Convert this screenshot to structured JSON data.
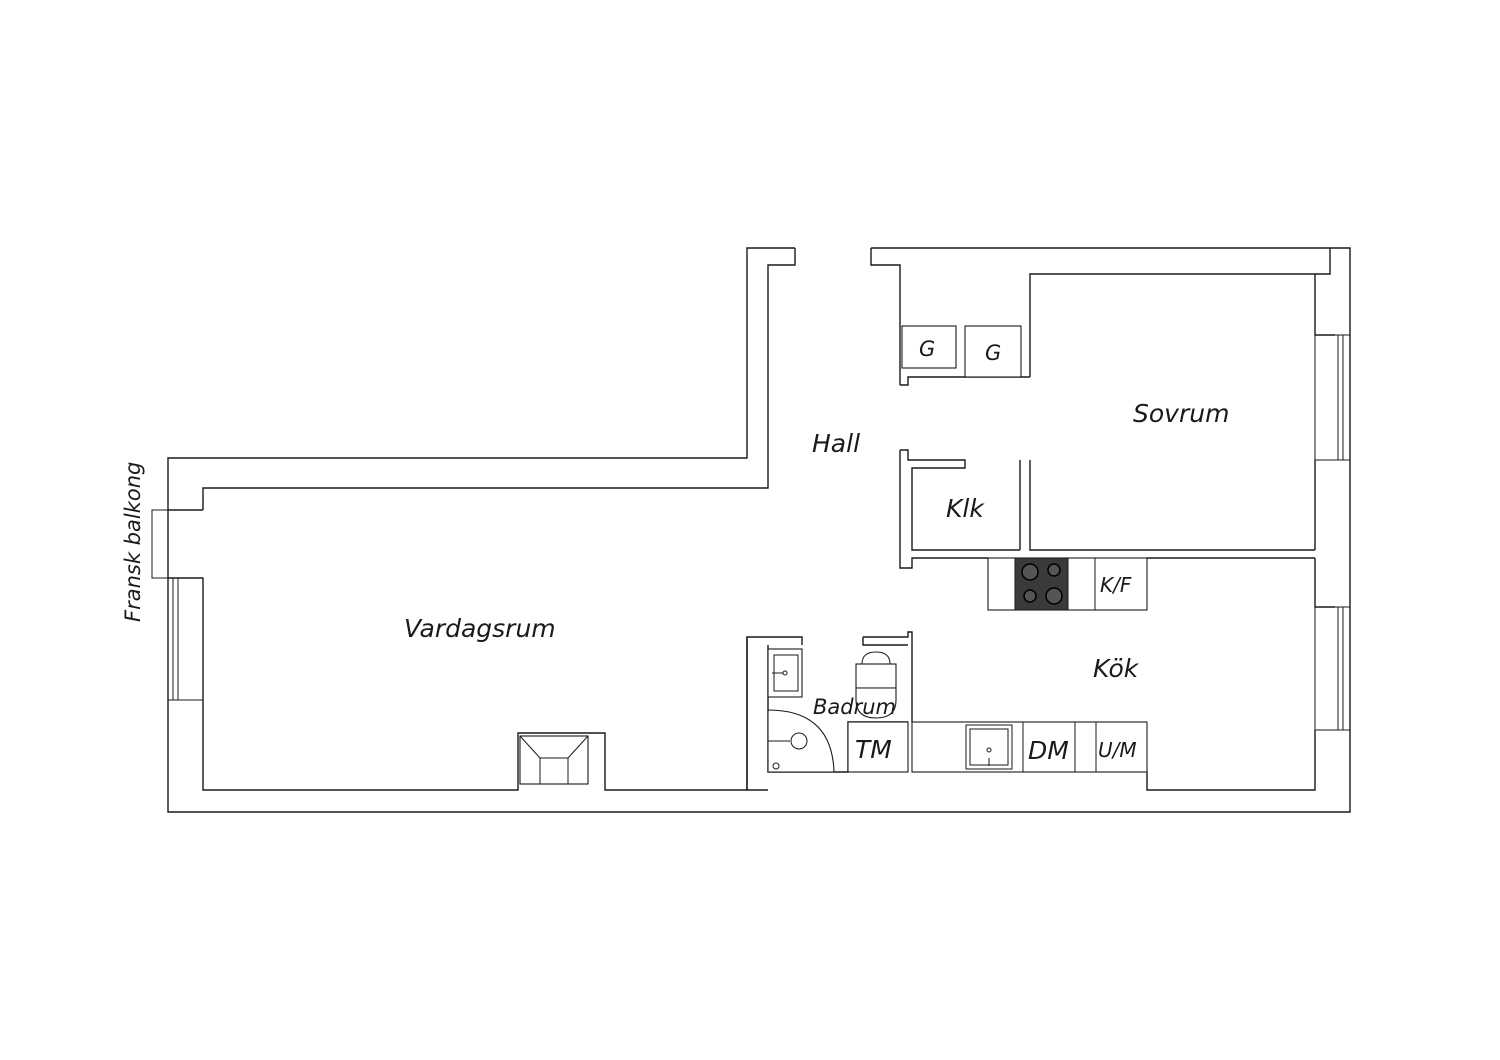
{
  "rooms": {
    "hall": "Hall",
    "sovrum": "Sovrum",
    "klk": "Klk",
    "vardagsrum": "Vardagsrum",
    "kok": "Kök",
    "badrum": "Badrum"
  },
  "fixtures": {
    "wardrobe_1": "G",
    "wardrobe_2": "G",
    "fridge_freezer": "K/F",
    "washing_machine": "TM",
    "dishwasher": "DM",
    "oven_microwave": "U/M"
  },
  "annotations": {
    "balcony": "Fransk balkong"
  },
  "colors": {
    "lines": "#1a1a1a",
    "stove": "#3a3a3a",
    "background": "#ffffff"
  }
}
